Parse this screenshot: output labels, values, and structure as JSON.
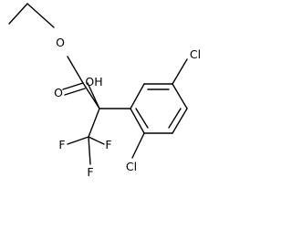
{
  "molecule": {
    "atoms": {
      "ester_oxygen": "O",
      "carbonyl_oxygen": "O",
      "hydroxyl": "OH",
      "fluorine_1": "F",
      "fluorine_2": "F",
      "fluorine_3": "F",
      "chlorine_1": "Cl",
      "chlorine_2": "Cl"
    }
  }
}
